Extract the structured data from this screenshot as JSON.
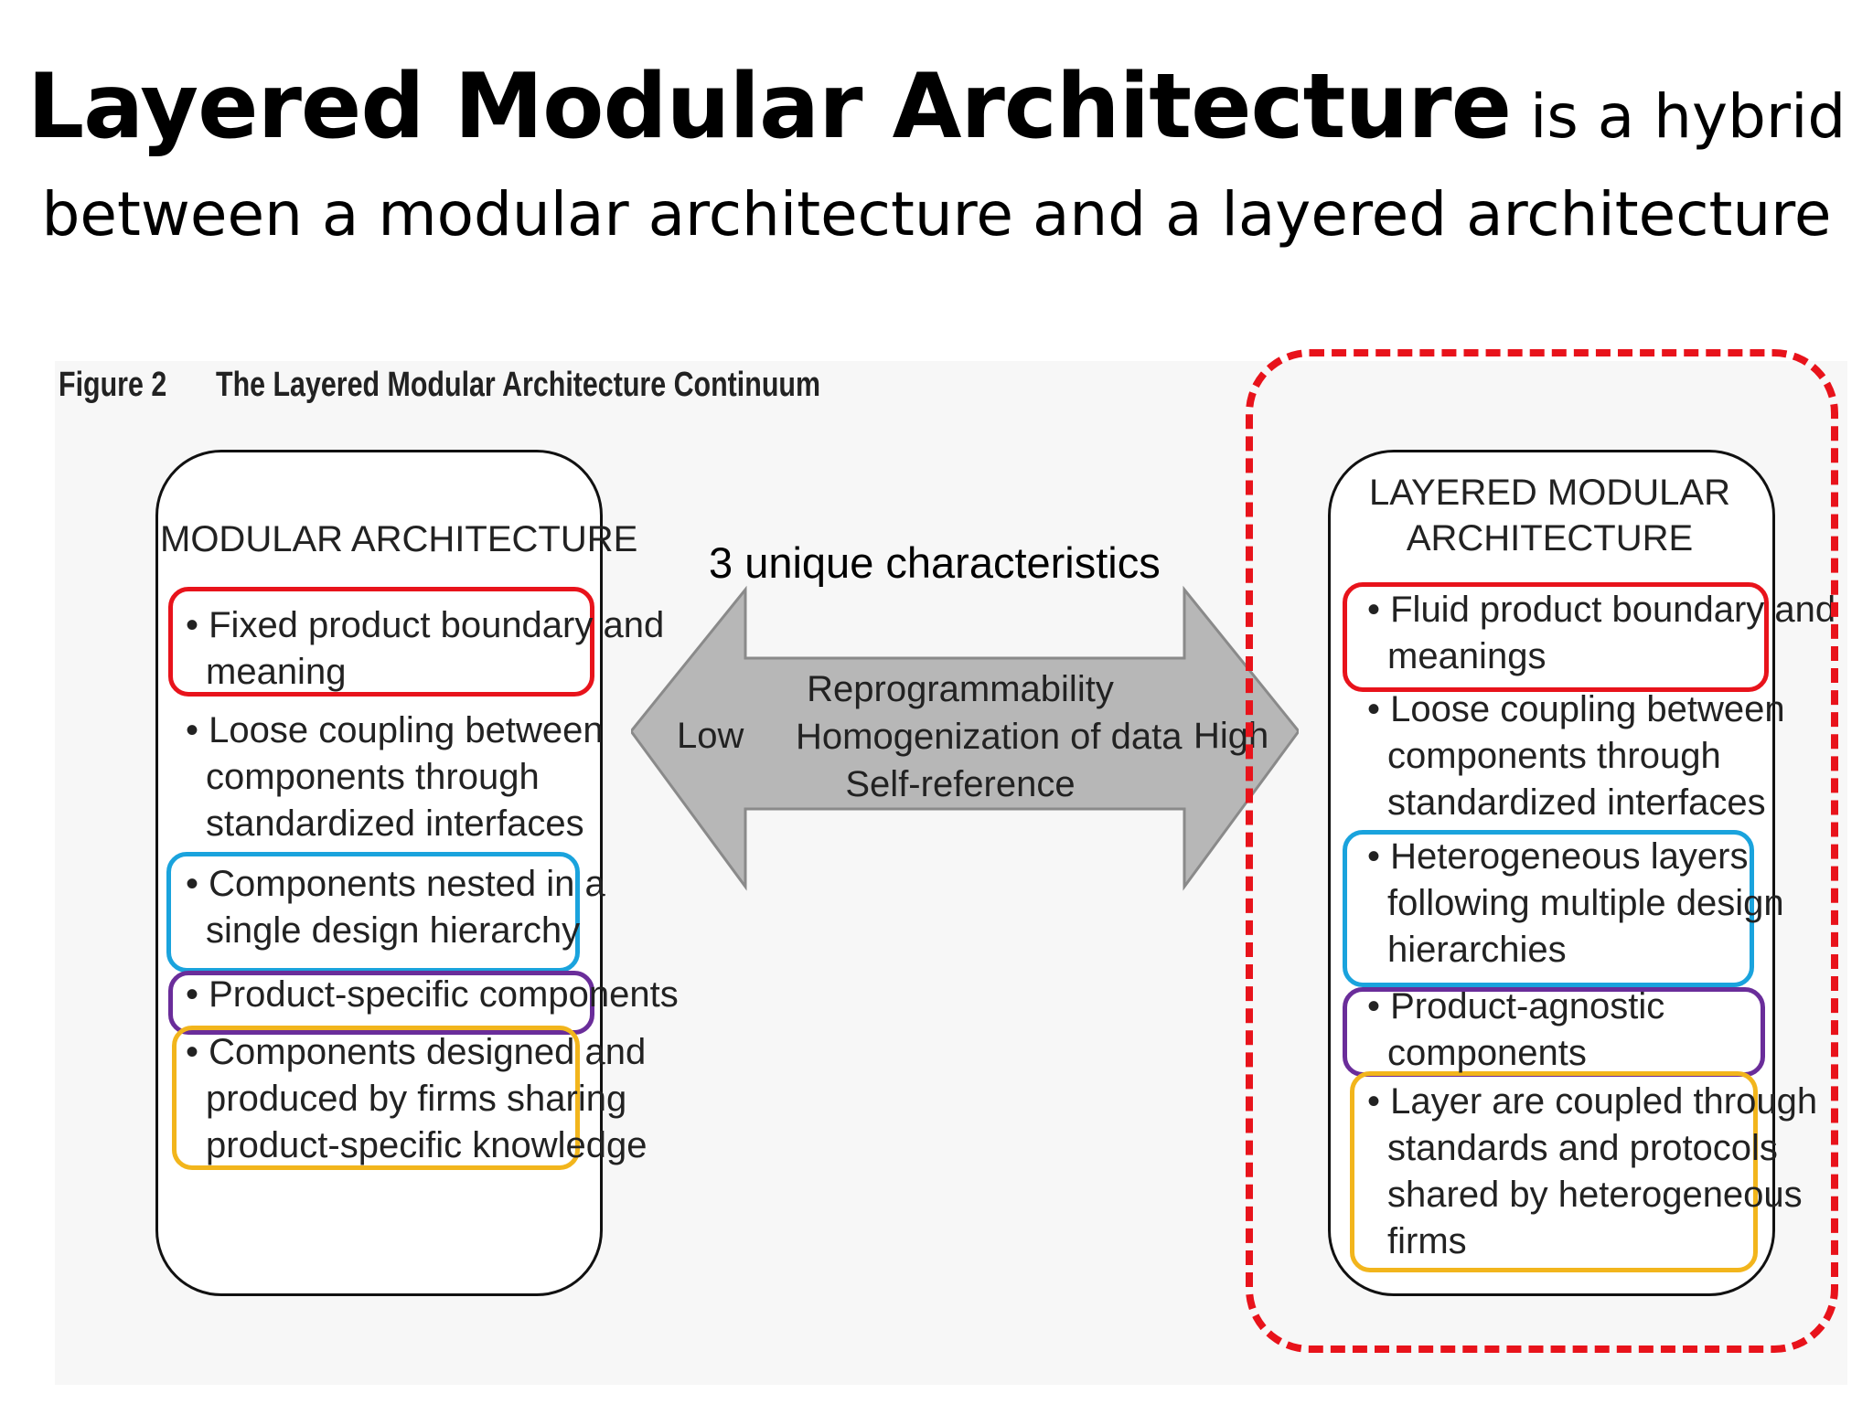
{
  "title": {
    "bold": "Layered Modular Architecture",
    "rest": " is a hybrid",
    "line2": "between a modular architecture and a layered architecture"
  },
  "figure": {
    "number": "Figure 2",
    "caption": "The Layered Modular Architecture Continuum"
  },
  "annotation": "3 unique characteristics",
  "left_panel": {
    "heading": "MODULAR ARCHITECTURE",
    "items": [
      {
        "lines": [
          "• Fixed product boundary and",
          "meaning"
        ]
      },
      {
        "lines": [
          "• Loose coupling between",
          "components through",
          "standardized interfaces"
        ]
      },
      {
        "lines": [
          "• Components nested in a",
          "single design hierarchy"
        ]
      },
      {
        "lines": [
          "• Product-specific components"
        ]
      },
      {
        "lines": [
          "• Components designed and",
          "produced by firms sharing",
          "product-specific knowledge"
        ]
      }
    ]
  },
  "right_panel": {
    "heading": [
      "LAYERED MODULAR",
      "ARCHITECTURE"
    ],
    "items": [
      {
        "lines": [
          "• Fluid product boundary and",
          "meanings"
        ]
      },
      {
        "lines": [
          "• Loose coupling between",
          "components through",
          "standardized interfaces"
        ]
      },
      {
        "lines": [
          "• Heterogeneous layers",
          "following multiple design",
          "hierarchies"
        ]
      },
      {
        "lines": [
          "• Product-agnostic",
          "components"
        ]
      },
      {
        "lines": [
          "• Layer are coupled through",
          "standards and protocols",
          "shared by heterogeneous",
          "firms"
        ]
      }
    ]
  },
  "arrow": {
    "low": "Low",
    "high": "High",
    "characteristics": [
      "Reprogrammability",
      "Homogenization of data",
      "Self-reference"
    ]
  },
  "colors": {
    "red": "#e8131b",
    "blue": "#1aa3dd",
    "purple": "#6a2d9a",
    "yellow": "#f2b51c",
    "arrow_fill": "#b7b7b7"
  }
}
